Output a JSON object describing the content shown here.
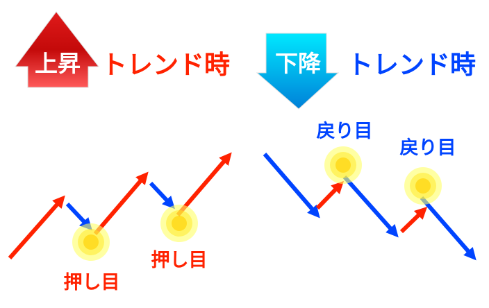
{
  "uptrend": {
    "badge": "上昇",
    "title": "トレンド時",
    "pullback_labels": [
      "押し目",
      "押し目"
    ]
  },
  "downtrend": {
    "badge": "下降",
    "title": "トレンド時",
    "rebound_labels": [
      "戻り目",
      "戻り目"
    ]
  },
  "colors": {
    "up_red": "#ff2200",
    "down_blue": "#0044ff",
    "highlight_yellow": "#ffee22"
  }
}
